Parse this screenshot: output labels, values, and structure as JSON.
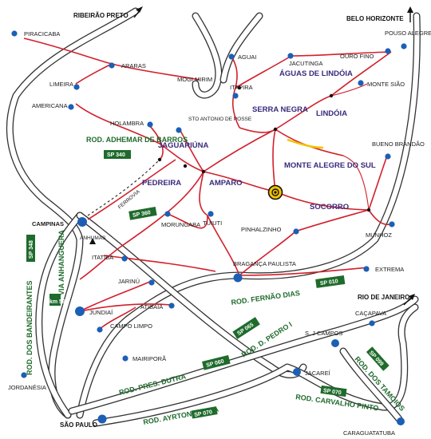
{
  "map": {
    "cities": [
      {
        "id": "piracicaba",
        "name": "PIRACICABA"
      },
      {
        "id": "araras",
        "name": "ARARAS"
      },
      {
        "id": "limeira",
        "name": "LIMEIRA"
      },
      {
        "id": "americana",
        "name": "AMERICANA"
      },
      {
        "id": "mogi-mirim",
        "name": "MOGI MIRIM"
      },
      {
        "id": "aguai",
        "name": "AGUAI"
      },
      {
        "id": "jacutinga",
        "name": "JACUTINGA"
      },
      {
        "id": "ouro-fino",
        "name": "OURO FINO"
      },
      {
        "id": "pouso-alegre",
        "name": "POUSO ALEGRE"
      },
      {
        "id": "itapira",
        "name": "ITAPIRA"
      },
      {
        "id": "monte-siao",
        "name": "MONTE SIÃO"
      },
      {
        "id": "holambra",
        "name": "HOLAMBRA"
      },
      {
        "id": "sto-antonio-de-posse",
        "name": "STO ANTONIO DE POSSE"
      },
      {
        "id": "bueno-brandao",
        "name": "BUENO BRANDÃO"
      },
      {
        "id": "morungaba",
        "name": "MORUNGABA"
      },
      {
        "id": "tuiuti",
        "name": "TUIUTI"
      },
      {
        "id": "pinhalzinho",
        "name": "PINHALZINHO"
      },
      {
        "id": "munhoz",
        "name": "MUNHOZ"
      },
      {
        "id": "campinas",
        "name": "CAMPINAS"
      },
      {
        "id": "anhumas",
        "name": "ANHUMAS"
      },
      {
        "id": "itatiba",
        "name": "ITATIBA"
      },
      {
        "id": "braganca-paulista",
        "name": "BRAGANÇA PAULISTA"
      },
      {
        "id": "extrema",
        "name": "EXTREMA"
      },
      {
        "id": "jarinu",
        "name": "JARINÚ"
      },
      {
        "id": "jundiai",
        "name": "JUNDIAÍ"
      },
      {
        "id": "atibaia",
        "name": "ATIBAIA"
      },
      {
        "id": "campo-limpo",
        "name": "CAMPO LIMPO"
      },
      {
        "id": "mairipora",
        "name": "MAIRIPORÃ"
      },
      {
        "id": "cacapava",
        "name": "CAÇAPAVA"
      },
      {
        "id": "sj-campos",
        "name": "S. J CAMPOS"
      },
      {
        "id": "jacarei",
        "name": "JACAREÍ"
      },
      {
        "id": "jordanesia",
        "name": "JORDANÉSIA"
      },
      {
        "id": "caraguatatuba",
        "name": "CARAGUATATUBA"
      },
      {
        "id": "sao-paulo",
        "name": "SÃO PAULO"
      }
    ],
    "regions": [
      {
        "id": "aguas-de-lindoia",
        "name": "ÁGUAS DE LINDÓIA"
      },
      {
        "id": "serra-negra",
        "name": "SERRA NEGRA"
      },
      {
        "id": "lindoia",
        "name": "LINDÓIA"
      },
      {
        "id": "jaguariuna",
        "name": "JAGUARIÚNA"
      },
      {
        "id": "pedreira",
        "name": "PEDREIRA"
      },
      {
        "id": "amparo",
        "name": "AMPARO"
      },
      {
        "id": "monte-alegre-do-sul",
        "name": "MONTE ALEGRE DO SUL"
      },
      {
        "id": "socorro",
        "name": "SOCORRO"
      }
    ],
    "directions": [
      {
        "id": "ribeirao-preto",
        "name": "RIBEIRÃO PRETO"
      },
      {
        "id": "belo-horizonte",
        "name": "BELO HORIZONTE"
      },
      {
        "id": "rio-de-janeiro",
        "name": "RIO DE JANEIRO"
      }
    ],
    "highways": [
      {
        "id": "rod-adhemar-de-barros",
        "name": "ROD. ADHEMAR DE BARROS",
        "code": "SP 340"
      },
      {
        "id": "rod-fernao-dias",
        "name": "ROD. FERNÃO DIAS",
        "code": "SP 010"
      },
      {
        "id": "rod-d-pedro",
        "name": "ROD. D. PEDRO I",
        "code": "SP 065"
      },
      {
        "id": "rod-pres-dutra",
        "name": "ROD. PRES. DUTRA",
        "code": "SP 060"
      },
      {
        "id": "rod-ayrton-senna",
        "name": "ROD. AYRTON SENNA",
        "code": "SP 070"
      },
      {
        "id": "rod-carvalho-pinto",
        "name": "ROD. CARVALHO PINTO",
        "code": "SP 070"
      },
      {
        "id": "rod-dos-tamoios",
        "name": "ROD. DOS TAMOIOS",
        "code": "SP 099"
      },
      {
        "id": "rod-dos-bandeirantes",
        "name": "ROD. DOS BANDEIRANTES",
        "code": "SP 348"
      },
      {
        "id": "via-anhanguera",
        "name": "VIA ANHANGUERA",
        "code": "km 59"
      },
      {
        "id": "sp-360",
        "name": "",
        "code": "SP 360"
      }
    ],
    "railway": {
      "name": "FERROVIA"
    },
    "colors": {
      "roads": "#d21f2b",
      "highway_labels": "#1f6b2c",
      "region_labels": "#3a2a7a",
      "city_dots": "#1c5fb5",
      "highlight": "#f2c300"
    }
  }
}
